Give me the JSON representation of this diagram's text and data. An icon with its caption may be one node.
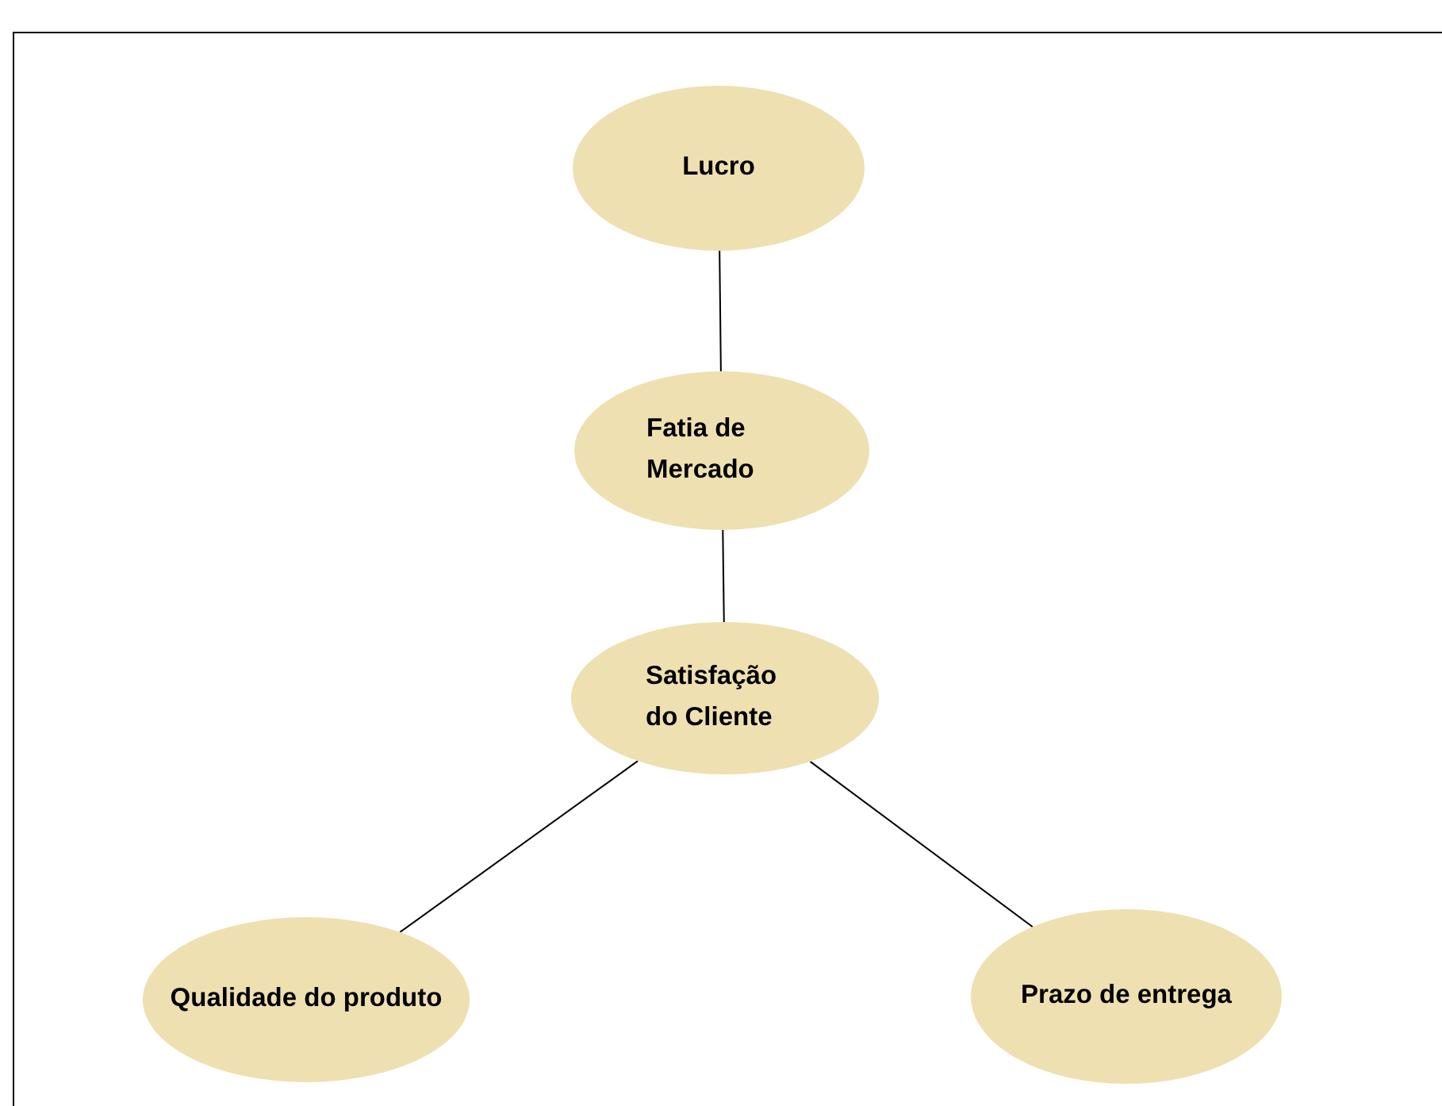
{
  "diagram": {
    "nodes": [
      {
        "text": [
          "Lucro"
        ]
      },
      {
        "text": [
          "Fatia de Mercado"
        ]
      },
      {
        "text": [
          "Satisfação do Cliente"
        ]
      },
      {
        "text": [
          "Qualidade do produto"
        ]
      },
      {
        "text": [
          "Prazo de entrega"
        ]
      }
    ],
    "edges": [
      {
        "from": 0,
        "to": 1,
        "arrow": "none"
      },
      {
        "from": 1,
        "to": 2,
        "arrow": "none"
      },
      {
        "from": 2,
        "to": 3,
        "arrow": "none"
      },
      {
        "from": 2,
        "to": 4,
        "arrow": "none"
      }
    ]
  }
}
